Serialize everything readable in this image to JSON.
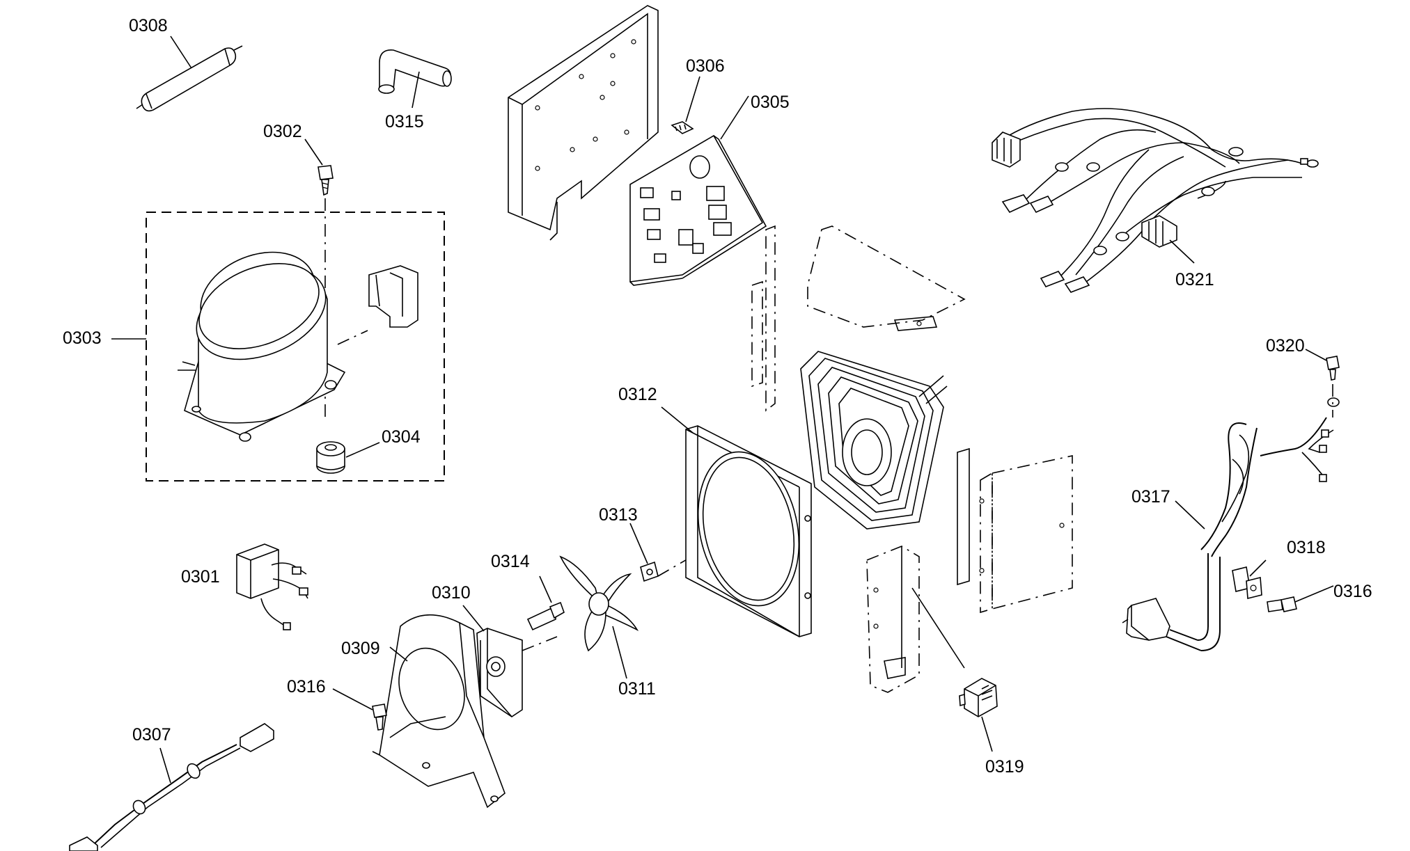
{
  "diagram": {
    "labels": [
      {
        "id": "0308",
        "text": "0308"
      },
      {
        "id": "0315",
        "text": "0315"
      },
      {
        "id": "0302",
        "text": "0302"
      },
      {
        "id": "0303",
        "text": "0303"
      },
      {
        "id": "0304",
        "text": "0304"
      },
      {
        "id": "0301",
        "text": "0301"
      },
      {
        "id": "0307",
        "text": "0307"
      },
      {
        "id": "0309",
        "text": "0309"
      },
      {
        "id": "0316a",
        "text": "0316"
      },
      {
        "id": "0310",
        "text": "0310"
      },
      {
        "id": "0314",
        "text": "0314"
      },
      {
        "id": "0313",
        "text": "0313"
      },
      {
        "id": "0311",
        "text": "0311"
      },
      {
        "id": "0312",
        "text": "0312"
      },
      {
        "id": "0306",
        "text": "0306"
      },
      {
        "id": "0305",
        "text": "0305"
      },
      {
        "id": "0321",
        "text": "0321"
      },
      {
        "id": "0320",
        "text": "0320"
      },
      {
        "id": "0317",
        "text": "0317"
      },
      {
        "id": "0318",
        "text": "0318"
      },
      {
        "id": "0316b",
        "text": "0316"
      },
      {
        "id": "0319",
        "text": "0319"
      }
    ]
  }
}
